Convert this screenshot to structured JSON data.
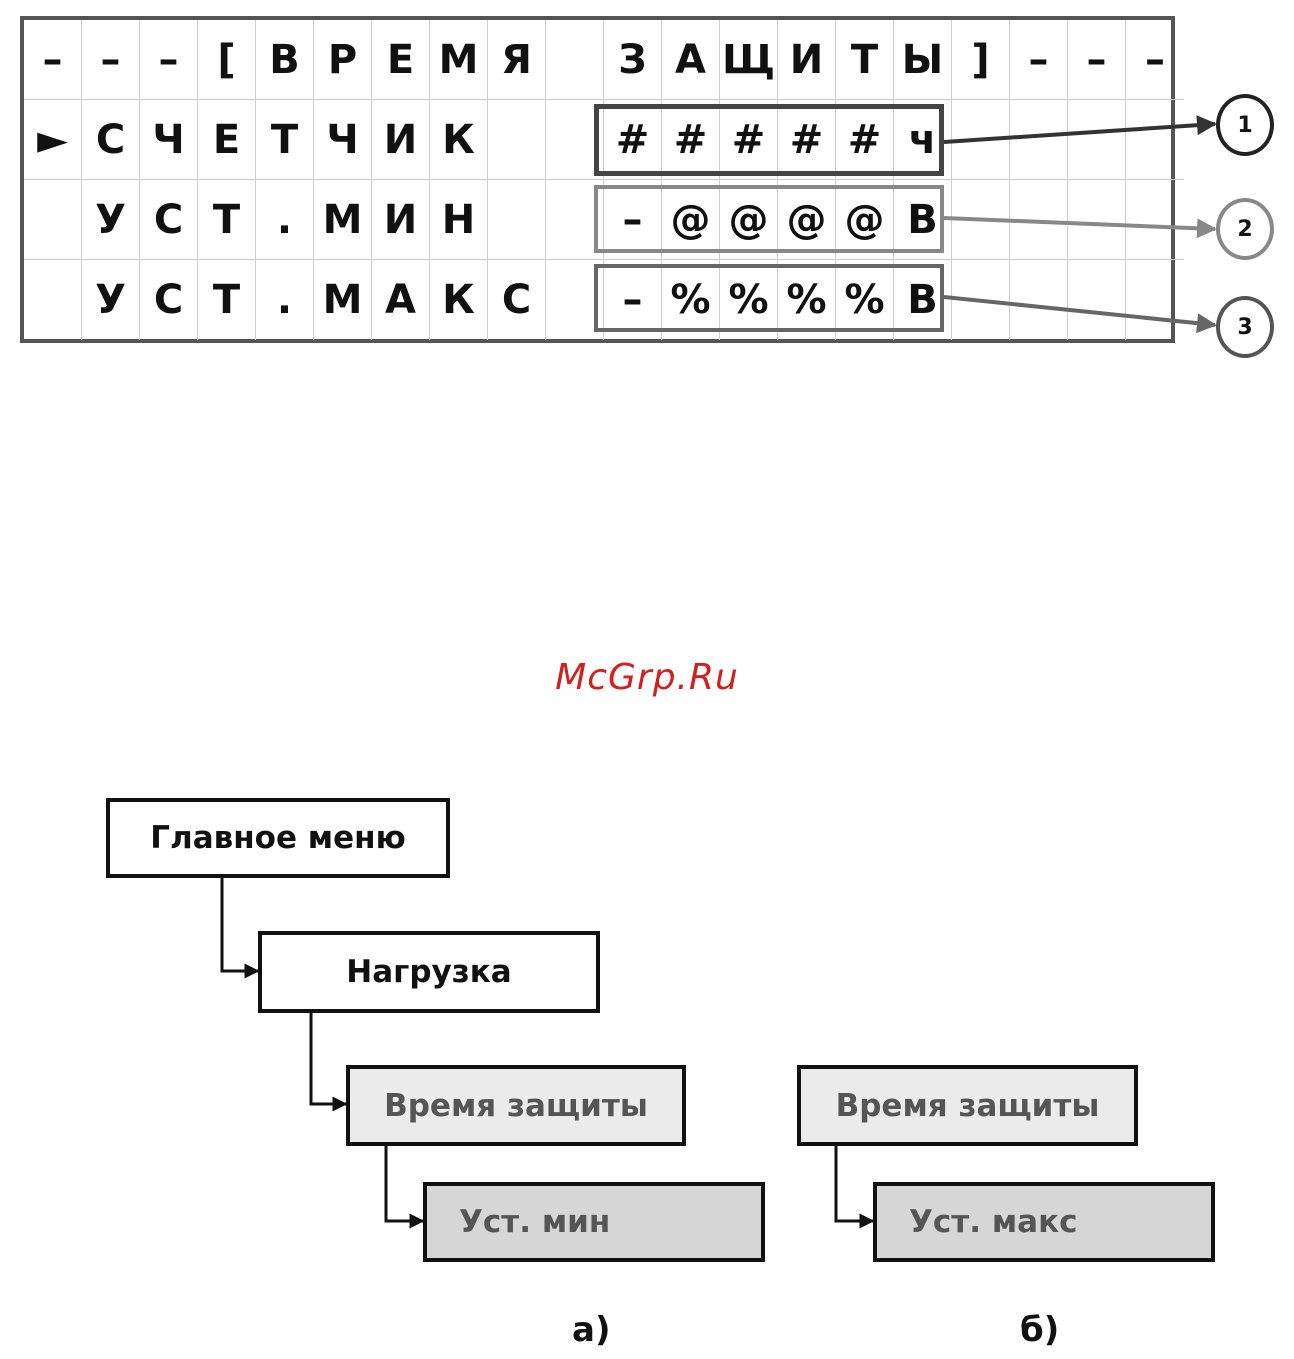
{
  "lcd": {
    "rows": [
      [
        "–",
        "–",
        "–",
        "[",
        "В",
        "Р",
        "Е",
        "М",
        "Я",
        "",
        "З",
        "А",
        "Щ",
        "И",
        "Т",
        "Ы",
        "]",
        "–",
        "–",
        "–"
      ],
      [
        "►",
        "С",
        "Ч",
        "Е",
        "Т",
        "Ч",
        "И",
        "К",
        "",
        "",
        "#",
        "#",
        "#",
        "#",
        "#",
        "ч",
        "",
        "",
        "",
        ""
      ],
      [
        "",
        "У",
        "С",
        "Т",
        ".",
        "М",
        "И",
        "Н",
        "",
        "",
        "–",
        "@",
        "@",
        "@",
        "@",
        "В",
        "",
        "",
        "",
        ""
      ],
      [
        "",
        "У",
        "С",
        "Т",
        ".",
        "М",
        "А",
        "К",
        "С",
        "",
        "–",
        "%",
        "%",
        "%",
        "%",
        "В",
        "",
        "",
        "",
        ""
      ]
    ]
  },
  "callouts": [
    "1",
    "2",
    "3"
  ],
  "watermark": "McGrp.Ru",
  "diagram": {
    "main_menu": "Главное меню",
    "load": "Нагрузка",
    "protection_time_a": "Время защиты",
    "set_min": "Уст. мин",
    "protection_time_b": "Время защиты",
    "set_max": "Уст. макс",
    "caption_a": "а)",
    "caption_b": "б)"
  }
}
